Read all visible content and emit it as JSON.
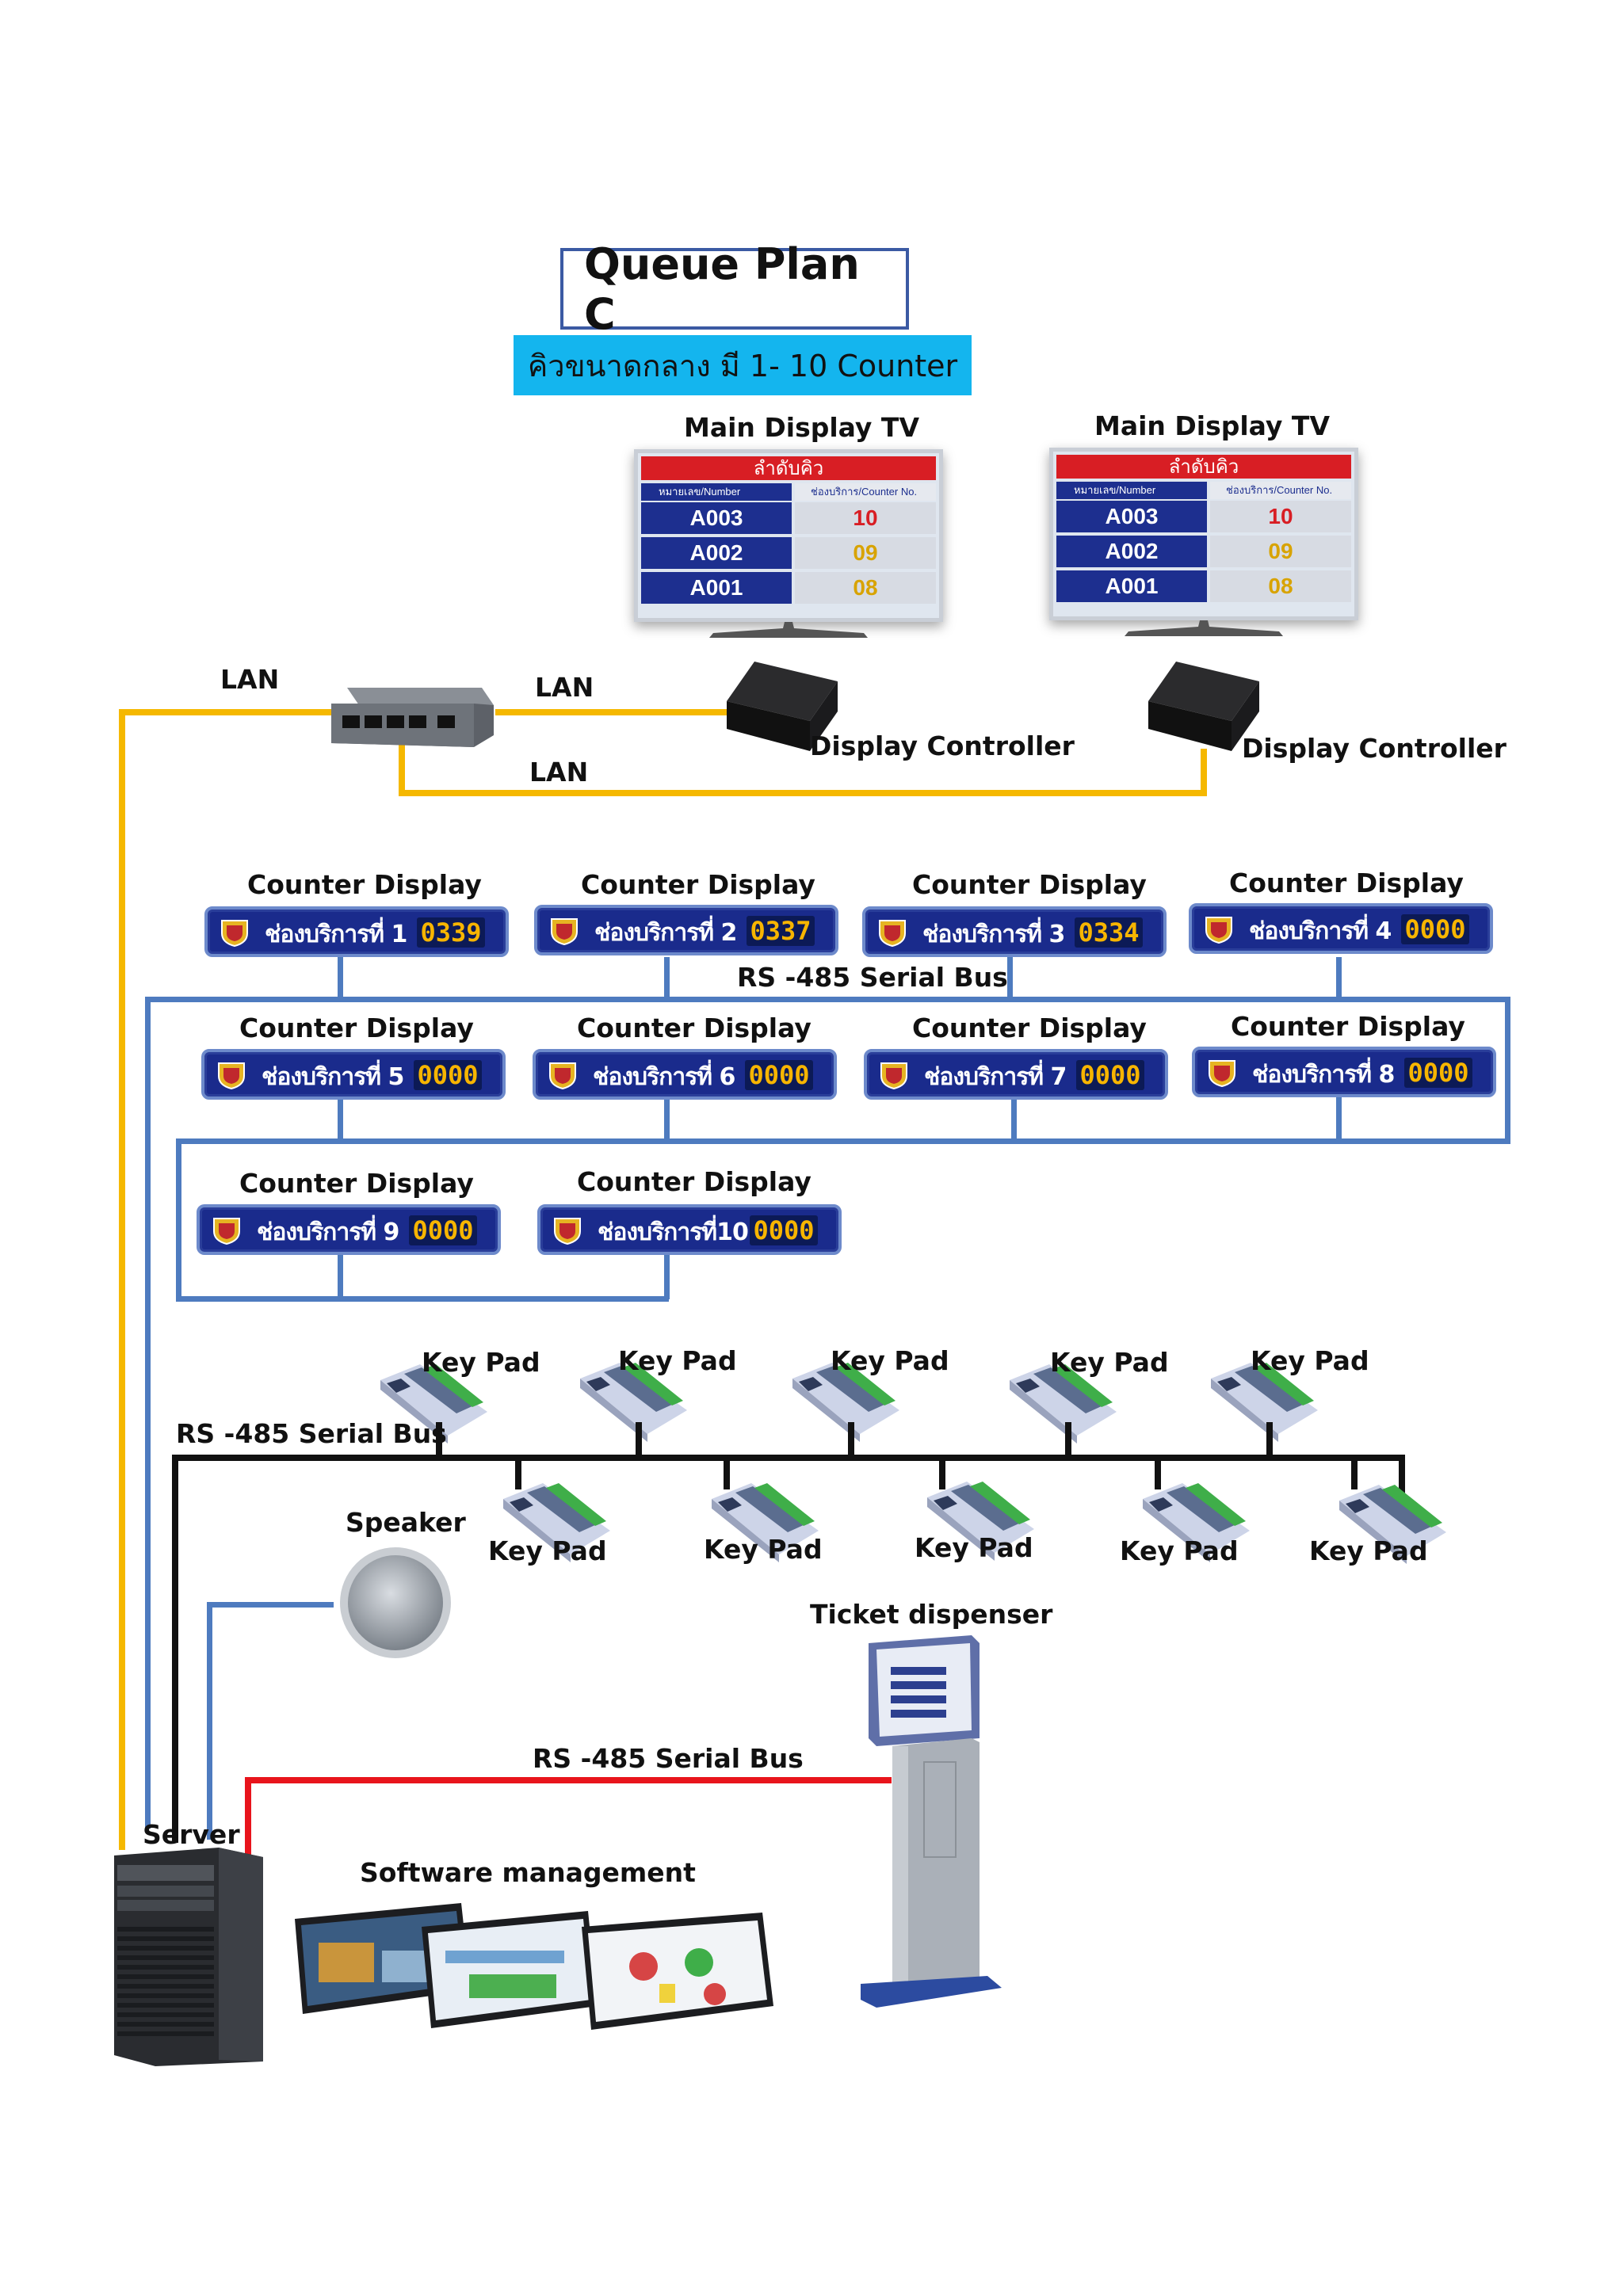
{
  "title": "Queue  Plan C",
  "subtitle": "คิวขนาดกลาง มี  1- 10 Counter",
  "main_displays": [
    {
      "label": "Main Display  TV",
      "header": "ลำดับคิว",
      "col_number": "หมายเลข/Number",
      "col_counter": "ช่องบริการ/Counter No.",
      "rows": [
        {
          "number": "A003",
          "counter": "10"
        },
        {
          "number": "A002",
          "counter": "09"
        },
        {
          "number": "A001",
          "counter": "08"
        }
      ]
    },
    {
      "label": "Main Display  TV",
      "header": "ลำดับคิว",
      "col_number": "หมายเลข/Number",
      "col_counter": "ช่องบริการ/Counter No.",
      "rows": [
        {
          "number": "A003",
          "counter": "10"
        },
        {
          "number": "A002",
          "counter": "09"
        },
        {
          "number": "A001",
          "counter": "08"
        }
      ]
    }
  ],
  "display_controllers": [
    "Display Controller",
    "Display Controller"
  ],
  "lan_labels": [
    "LAN",
    "LAN",
    "LAN"
  ],
  "counter_displays": [
    {
      "label": "Counter Display",
      "text": "ช่องบริการที่ 1",
      "value": "0339"
    },
    {
      "label": "Counter Display",
      "text": "ช่องบริการที่ 2",
      "value": "0337"
    },
    {
      "label": "Counter Display",
      "text": "ช่องบริการที่ 3",
      "value": "0334"
    },
    {
      "label": "Counter Display",
      "text": "ช่องบริการที่ 4",
      "value": "0000"
    },
    {
      "label": "Counter Display",
      "text": "ช่องบริการที่ 5",
      "value": "0000"
    },
    {
      "label": "Counter Display",
      "text": "ช่องบริการที่ 6",
      "value": "0000"
    },
    {
      "label": "Counter Display",
      "text": "ช่องบริการที่ 7",
      "value": "0000"
    },
    {
      "label": "Counter Display",
      "text": "ช่องบริการที่ 8",
      "value": "0000"
    },
    {
      "label": "Counter Display",
      "text": "ช่องบริการที่ 9",
      "value": "0000"
    },
    {
      "label": "Counter Display",
      "text": "ช่องบริการที่10",
      "value": "0000"
    }
  ],
  "bus_labels": {
    "counter_bus": "RS -485 Serial Bus",
    "keypad_bus": "RS -485 Serial Bus",
    "dispenser_bus": "RS -485 Serial Bus"
  },
  "keypad_label": "Key Pad",
  "keypad_count_top": 5,
  "keypad_count_bottom": 5,
  "speaker_label": "Speaker",
  "ticket_dispenser_label": "Ticket dispenser",
  "server_label": "Server",
  "software_label": "Software  management",
  "colors": {
    "lan": "#f5b800",
    "counter_bus": "#4e7bbf",
    "keypad_bus": "#111111",
    "dispenser_bus": "#e8141c",
    "subtitle_bg": "#14b5ee"
  }
}
